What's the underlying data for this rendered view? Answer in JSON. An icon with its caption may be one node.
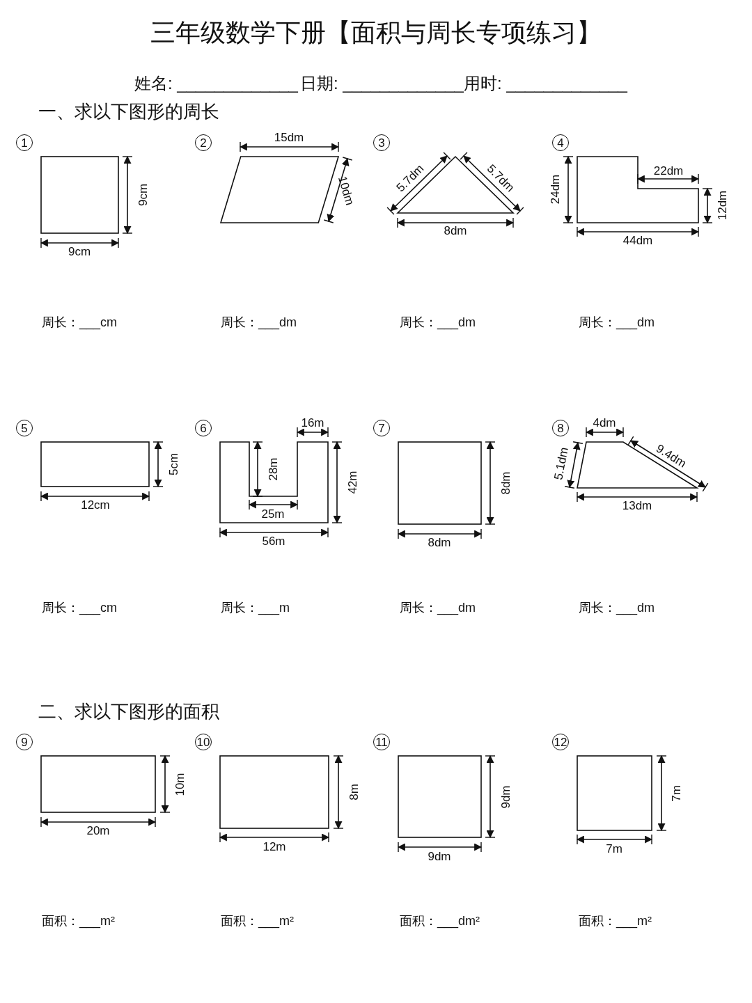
{
  "diagram": {
    "title": "三年级数学下册【面积与周长专项练习】",
    "nodes": [
      {
        "text": [],
        "shape": "box"
      },
      {
        "text": [],
        "shape": "parallelogram"
      },
      {
        "text": [],
        "shape": "triangle"
      },
      {
        "text": [],
        "shape": "polygon"
      },
      {
        "text": [],
        "shape": "box"
      },
      {
        "text": [],
        "shape": "polygon"
      },
      {
        "text": [],
        "shape": "box"
      },
      {
        "text": [],
        "shape": "trapezoid"
      },
      {
        "text": [],
        "shape": "box"
      },
      {
        "text": [],
        "shape": "box"
      },
      {
        "text": [],
        "shape": "box"
      },
      {
        "text": [],
        "shape": "box"
      }
    ],
    "labels": [
      "姓名: _____________",
      "日期: _____________",
      "用时: _____________",
      "一、求以下图形的周长",
      "1",
      "9cm",
      "9cm",
      "周长：___cm",
      "2",
      "15dm",
      "10dm",
      "周长：___dm",
      "3",
      "5.7dm",
      "5.7dm",
      "8dm",
      "周长：___dm",
      "4",
      "24dm",
      "22dm",
      "12dm",
      "44dm",
      "周长：___dm",
      "5",
      "5cm",
      "12cm",
      "周长：___cm",
      "6",
      "16m",
      "28m",
      "42m",
      "25m",
      "56m",
      "周长：___m",
      "7",
      "8dm",
      "8dm",
      "周长：___dm",
      "8",
      "4dm",
      "5.1dm",
      "9.4dm",
      "13dm",
      "周长：___dm",
      "二、求以下图形的面积",
      "9",
      "10m",
      "20m",
      "面积：___m²",
      "10",
      "8m",
      "12m",
      "面积：___m²",
      "11",
      "9dm",
      "9dm",
      "面积：___dm²",
      "12",
      "7m",
      "7m",
      "面积：___m²"
    ]
  }
}
